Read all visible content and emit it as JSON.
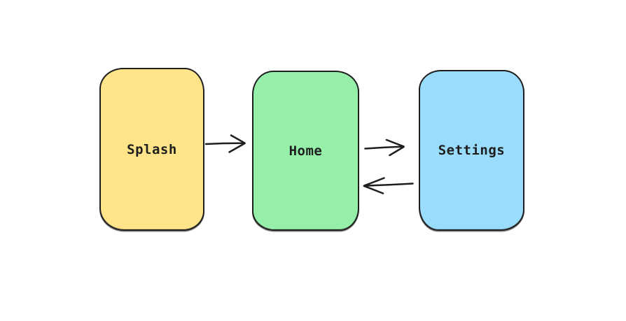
{
  "diagram": {
    "type": "flow-diagram",
    "style": "hand-drawn",
    "background_color": "#ffffff",
    "stroke_color": "#1e1e1e",
    "nodes": [
      {
        "id": "splash",
        "label": "Splash",
        "fill": "#ffe48a",
        "shape": "rounded-rectangle"
      },
      {
        "id": "home",
        "label": "Home",
        "fill": "#96efa9",
        "shape": "rounded-rectangle"
      },
      {
        "id": "settings",
        "label": "Settings",
        "fill": "#99dcfb",
        "shape": "rounded-rectangle"
      }
    ],
    "edges": [
      {
        "from": "Splash",
        "to": "Home",
        "direction": "right"
      },
      {
        "from": "Home",
        "to": "Settings",
        "direction": "right"
      },
      {
        "from": "Settings",
        "to": "Home",
        "direction": "left"
      }
    ]
  }
}
